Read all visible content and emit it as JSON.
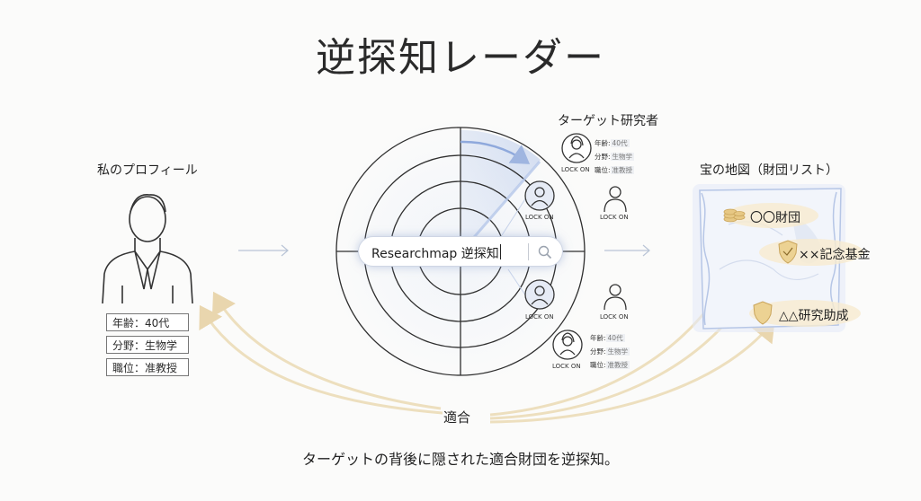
{
  "title": "逆探知レーダー",
  "profile": {
    "label": "私のプロフィール",
    "age": "年齢：40代",
    "field": "分野：生物学",
    "position": "職位：准教授"
  },
  "radar": {
    "search_text": "Researchmap 逆探知"
  },
  "targets": {
    "label": "ターゲット研究者",
    "lock_label": "LOCK ON",
    "top_card": {
      "age_key": "年齢:",
      "age_val": "40代",
      "field_key": "分野:",
      "field_val": "生物学",
      "pos_key": "職位:",
      "pos_val": "准教授"
    },
    "bottom_card": {
      "age_key": "年齢:",
      "age_val": "40代",
      "field_key": "分野:",
      "field_val": "生物学",
      "pos_key": "職位:",
      "pos_val": "准教授"
    }
  },
  "treasure": {
    "label": "宝の地図（財団リスト）",
    "funds": [
      "〇〇財団",
      "××記念基金",
      "△△研究助成"
    ]
  },
  "fit_label": "適合",
  "caption": "ターゲットの背後に隠された適合財団を逆探知。",
  "colors": {
    "accent_gold": "#e2c488",
    "radar_glow": "#a9bee6",
    "line": "#2e2e2e"
  }
}
